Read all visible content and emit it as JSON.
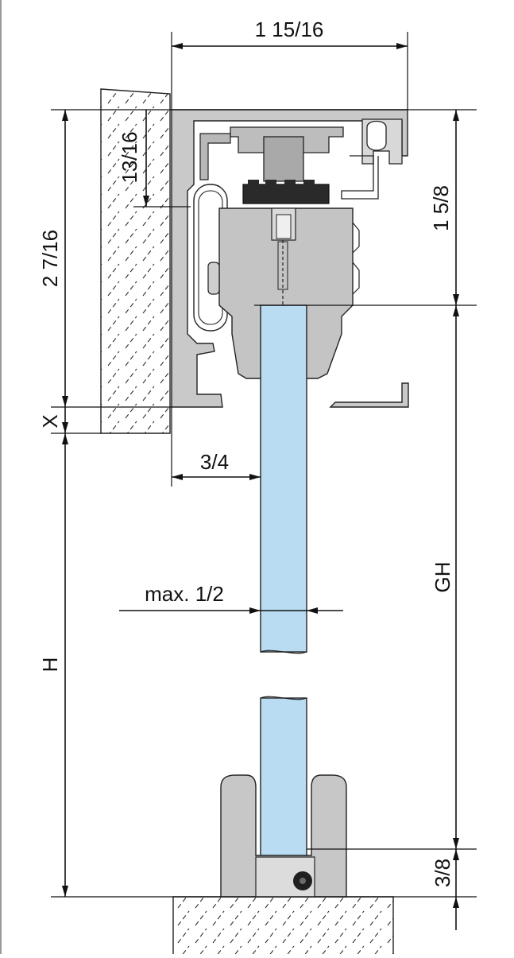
{
  "diagram": {
    "subject": "sliding glass door hardware — cross section",
    "colors": {
      "glass": "#b9dcf2",
      "metal": "#c9c9c9",
      "metal_dark": "#9a9a9a",
      "roller": "#2a2a2a",
      "line": "#111111",
      "hatch": "#333333"
    },
    "dimensions": {
      "track_width": "1 15/16",
      "track_height_total": "2 7/16",
      "top_offset": "13/16",
      "track_to_glass": "1 5/8",
      "gap": "X",
      "glass_offset": "3/4",
      "glass_thickness": "max. 1/2",
      "glass_height": "GH",
      "total_height": "H",
      "floor_gap": "3/8"
    }
  }
}
